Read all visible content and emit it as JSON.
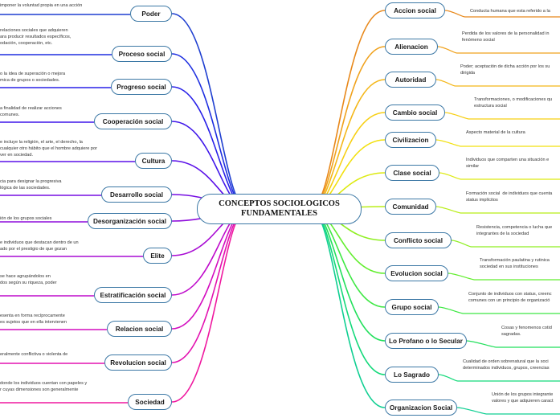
{
  "center": "CONCEPTOS SOCIOLOGICOS\nFUNDAMENTALES",
  "left": [
    {
      "label": "Poder",
      "note": "imponer la voluntad propia en una acción"
    },
    {
      "label": "Proceso social",
      "note": "relaciones sociales que adquieren\nara producir resultados específicos,\nodación, cooperación, etc."
    },
    {
      "label": "Progreso social",
      "note": "o la idea de superación o mejora\nmica de grupos o sociedades."
    },
    {
      "label": "Cooperación social",
      "note": "a finalidad de realizar acciones\ncomunes."
    },
    {
      "label": "Cultura",
      "note": "e incluye la religión, el arte, el derecho, la\ncualquier otro hábito que el hombre adquiere por\nver en sociedad."
    },
    {
      "label": "Desarrollo social",
      "note": "cia para designar la progresiva\nlógica de las sociedades."
    },
    {
      "label": "Desorganización social",
      "note": "ión de los grupos sociales"
    },
    {
      "label": "Elite",
      "note": "e individuos que destacan dentro de un\nado por el prestigio de que gozan"
    },
    {
      "label": "Estratificación social",
      "note": "se hace agrupándolos en\ndos según su riqueza, poder"
    },
    {
      "label": "Relacion social",
      "note": "esenta en forma recíprocamente\nes sujetos que en ella intervienen"
    },
    {
      "label": "Revolucion social",
      "note": "eralmente conflictiva o violenta de"
    },
    {
      "label": "Sociedad",
      "note": "donde los individuos cuentan con papeles y\nr cuyas dimensiones son generalmente"
    }
  ],
  "right": [
    {
      "label": "Accion social",
      "note": "Conducta humana que esta referido a la"
    },
    {
      "label": "Alienacion",
      "note": "Perdida de los valores de la personalidad in\nfenómeno social"
    },
    {
      "label": "Autoridad",
      "note": "Poder; aceptación de dicha acción por los su\ndirigida"
    },
    {
      "label": "Cambio social",
      "note": "Transformaciones, o modificaciones qu\nestructura social"
    },
    {
      "label": "Civilizacion",
      "note": "Aspecto material de la cultura"
    },
    {
      "label": "Clase social",
      "note": "Individuos que comparten una situación e\nsimilar"
    },
    {
      "label": "Comunidad",
      "note": "Formación social  de individuos que cuenta\nstatus implícitos"
    },
    {
      "label": "Conflicto social",
      "note": "Resistencia, competencia o lucha que\nintegrantes de la sociedad"
    },
    {
      "label": "Evolucion social",
      "note": "Transformación paulatina y rutinica\nsociedad en sus instituciones"
    },
    {
      "label": "Grupo social",
      "note": "Conjunto de individuos con status, creenc\ncomunes con un principio de organizació"
    },
    {
      "label": "Lo Profano o lo Secular",
      "note": "Cosas y fenomenos cotid\nsagradas."
    },
    {
      "label": "Lo Sagrado",
      "note": "Cualidad de orden sobrenatural que la soci\ndeterminados individuos, grupos, creencias"
    },
    {
      "label": "Organizacion Social",
      "note": "Unión de los grupos integrante\nvalores y que adquieren caract"
    }
  ],
  "colors": {
    "right": [
      "#e8881a",
      "#f0a21d",
      "#f4b719",
      "#f7cf13",
      "#f2e00e",
      "#ddea12",
      "#b9ee18",
      "#8fef22",
      "#62ee2e",
      "#3de843",
      "#22e05c",
      "#14d97a",
      "#10cf92"
    ],
    "left": [
      "#1f3fd0",
      "#1e2fe0",
      "#2820e8",
      "#3f16ea",
      "#5b10e8",
      "#760ee2",
      "#8e0cdb",
      "#a80bd3",
      "#bf0bcb",
      "#d30dbf",
      "#e312b0",
      "#ef189f"
    ]
  }
}
